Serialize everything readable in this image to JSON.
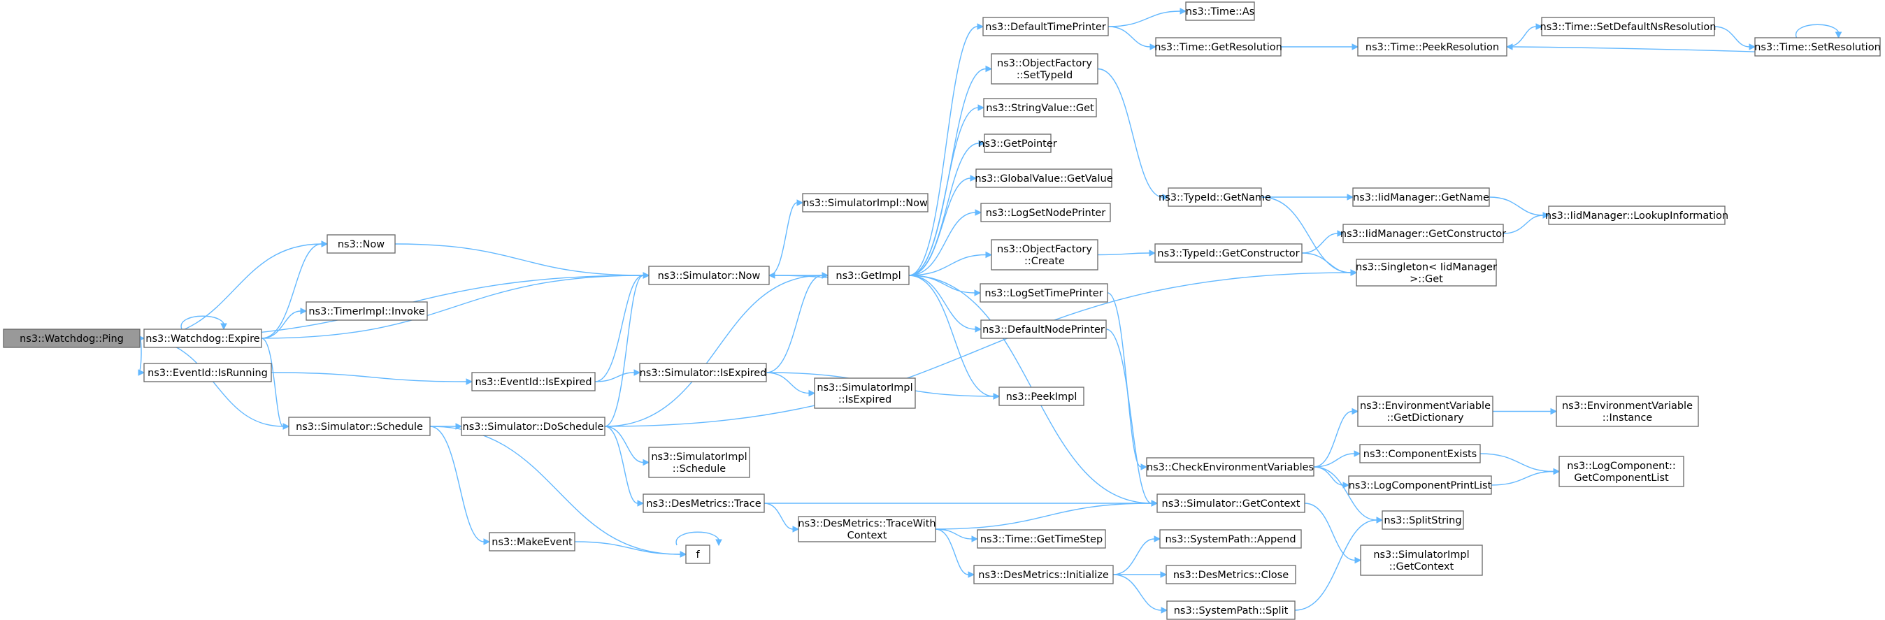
{
  "diagram": {
    "colors": {
      "edge": "#63b8ff",
      "node_border": "#666666",
      "root_fill": "#999999"
    },
    "nodes": [
      {
        "id": "ping",
        "lines": [
          "ns3::Watchdog::Ping"
        ],
        "root": true
      },
      {
        "id": "now",
        "lines": [
          "ns3::Now"
        ]
      },
      {
        "id": "expire",
        "lines": [
          "ns3::Watchdog::Expire"
        ]
      },
      {
        "id": "evrunning",
        "lines": [
          "ns3::EventId::IsRunning"
        ]
      },
      {
        "id": "schedule",
        "lines": [
          "ns3::Simulator::Schedule"
        ]
      },
      {
        "id": "simnow",
        "lines": [
          "ns3::Simulator::Now"
        ]
      },
      {
        "id": "timerinvoke",
        "lines": [
          "ns3::TimerImpl::Invoke"
        ]
      },
      {
        "id": "evexpired",
        "lines": [
          "ns3::EventId::IsExpired"
        ]
      },
      {
        "id": "doschedule",
        "lines": [
          "ns3::Simulator::DoSchedule"
        ]
      },
      {
        "id": "makeevent",
        "lines": [
          "ns3::MakeEvent"
        ]
      },
      {
        "id": "f",
        "lines": [
          "f"
        ]
      },
      {
        "id": "simimplnow",
        "lines": [
          "ns3::SimulatorImpl::Now"
        ]
      },
      {
        "id": "getimpl",
        "lines": [
          "ns3::GetImpl"
        ]
      },
      {
        "id": "simisexpired",
        "lines": [
          "ns3::Simulator::IsExpired"
        ]
      },
      {
        "id": "simimplisexpired",
        "lines": [
          "ns3::SimulatorImpl",
          "::IsExpired"
        ]
      },
      {
        "id": "simimplschedule",
        "lines": [
          "ns3::SimulatorImpl",
          "::Schedule"
        ]
      },
      {
        "id": "destrace",
        "lines": [
          "ns3::DesMetrics::Trace"
        ]
      },
      {
        "id": "destracewith",
        "lines": [
          "ns3::DesMetrics::TraceWith",
          "Context"
        ]
      },
      {
        "id": "deftimeprinter",
        "lines": [
          "ns3::DefaultTimePrinter"
        ]
      },
      {
        "id": "ofsettypeid",
        "lines": [
          "ns3::ObjectFactory",
          "::SetTypeId"
        ]
      },
      {
        "id": "stringvalueget",
        "lines": [
          "ns3::StringValue::Get"
        ]
      },
      {
        "id": "getpointer",
        "lines": [
          "ns3::GetPointer"
        ]
      },
      {
        "id": "globalvalue",
        "lines": [
          "ns3::GlobalValue::GetValue"
        ]
      },
      {
        "id": "logsetnodeprinter",
        "lines": [
          "ns3::LogSetNodePrinter"
        ]
      },
      {
        "id": "ofcreate",
        "lines": [
          "ns3::ObjectFactory",
          "::Create"
        ]
      },
      {
        "id": "logsettimeprinter",
        "lines": [
          "ns3::LogSetTimePrinter"
        ]
      },
      {
        "id": "defnodeprinter",
        "lines": [
          "ns3::DefaultNodePrinter"
        ]
      },
      {
        "id": "peekimpl",
        "lines": [
          "ns3::PeekImpl"
        ]
      },
      {
        "id": "timegetstep",
        "lines": [
          "ns3::Time::GetTimeStep"
        ]
      },
      {
        "id": "desinit",
        "lines": [
          "ns3::DesMetrics::Initialize"
        ]
      },
      {
        "id": "timeas",
        "lines": [
          "ns3::Time::As"
        ]
      },
      {
        "id": "timegetres",
        "lines": [
          "ns3::Time::GetResolution"
        ]
      },
      {
        "id": "typeidgetname",
        "lines": [
          "ns3::TypeId::GetName"
        ]
      },
      {
        "id": "typeidgetctor",
        "lines": [
          "ns3::TypeId::GetConstructor"
        ]
      },
      {
        "id": "checkenv",
        "lines": [
          "ns3::CheckEnvironmentVariables"
        ]
      },
      {
        "id": "simgetcontext",
        "lines": [
          "ns3::Simulator::GetContext"
        ]
      },
      {
        "id": "syspathappend",
        "lines": [
          "ns3::SystemPath::Append"
        ]
      },
      {
        "id": "desclose",
        "lines": [
          "ns3::DesMetrics::Close"
        ]
      },
      {
        "id": "syspathsplit",
        "lines": [
          "ns3::SystemPath::Split"
        ]
      },
      {
        "id": "timepeekres",
        "lines": [
          "ns3::Time::PeekResolution"
        ]
      },
      {
        "id": "iidgetname",
        "lines": [
          "ns3::IidManager::GetName"
        ]
      },
      {
        "id": "iidgetctor",
        "lines": [
          "ns3::IidManager::GetConstructor"
        ]
      },
      {
        "id": "singleton",
        "lines": [
          "ns3::Singleton< IidManager",
          ">::Get"
        ]
      },
      {
        "id": "envgetdict",
        "lines": [
          "ns3::EnvironmentVariable",
          "::GetDictionary"
        ]
      },
      {
        "id": "compexists",
        "lines": [
          "ns3::ComponentExists"
        ]
      },
      {
        "id": "logcompprintlist",
        "lines": [
          "ns3::LogComponentPrintList"
        ]
      },
      {
        "id": "splitstring",
        "lines": [
          "ns3::SplitString"
        ]
      },
      {
        "id": "simimplgetcontext",
        "lines": [
          "ns3::SimulatorImpl",
          "::GetContext"
        ]
      },
      {
        "id": "timesetdefns",
        "lines": [
          "ns3::Time::SetDefaultNsResolution"
        ]
      },
      {
        "id": "iidlookup",
        "lines": [
          "ns3::IidManager::LookupInformation"
        ]
      },
      {
        "id": "envinstance",
        "lines": [
          "ns3::EnvironmentVariable",
          "::Instance"
        ]
      },
      {
        "id": "logcompgetlist",
        "lines": [
          "ns3::LogComponent::",
          "GetComponentList"
        ]
      },
      {
        "id": "timesetres",
        "lines": [
          "ns3::Time::SetResolution"
        ]
      }
    ]
  }
}
